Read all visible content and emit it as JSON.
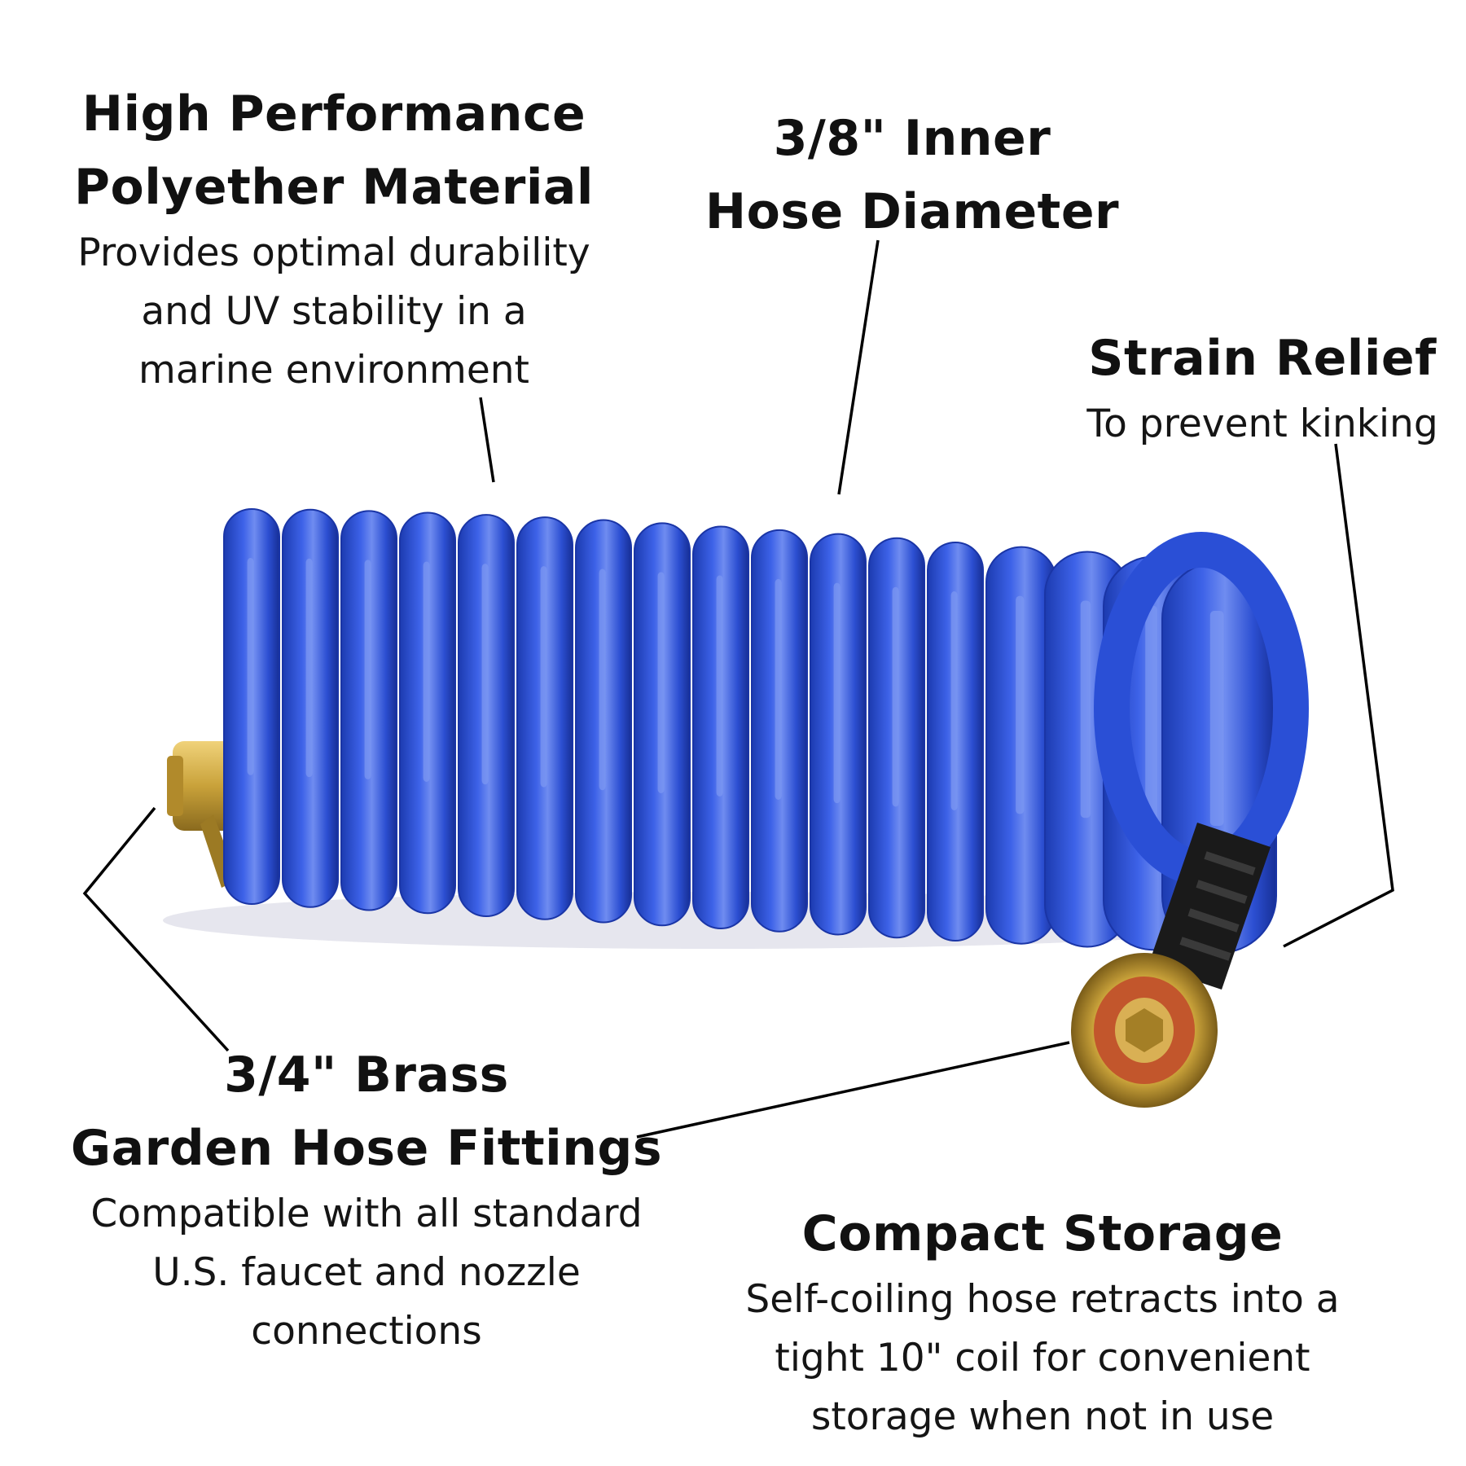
{
  "callouts": {
    "material": {
      "title": "High Performance\nPolyether Material",
      "desc": "Provides optimal durability\nand UV stability in a\nmarine environment"
    },
    "diameter": {
      "title": "3/8\" Inner\nHose Diameter"
    },
    "strain": {
      "title": "Strain Relief",
      "desc": "To prevent kinking"
    },
    "fittings": {
      "title": "3/4\" Brass\nGarden Hose Fittings",
      "desc": "Compatible with all standard\nU.S. faucet and nozzle\nconnections"
    },
    "storage": {
      "title": "Compact Storage",
      "desc": "Self-coiling hose retracts into a\ntight 10\" coil for convenient\nstorage when not in use"
    }
  },
  "colors": {
    "hose_blue": "#2a4fd6",
    "hose_highlight": "#7d98f2",
    "brass": "#c9a23a",
    "strain_relief": "#1a1a1a",
    "washer": "#c2562c"
  }
}
